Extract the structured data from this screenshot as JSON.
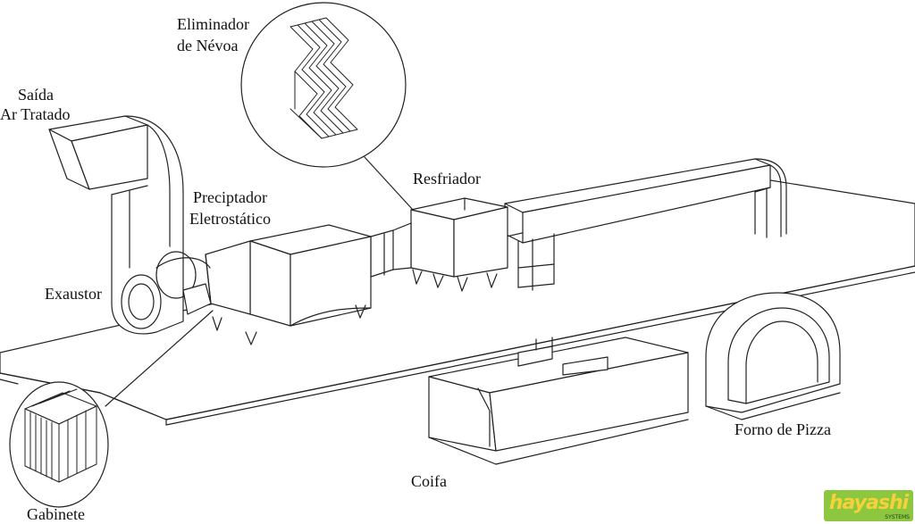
{
  "labels": {
    "saida_line1": "Saída",
    "saida_line2": "Ar Tratado",
    "eliminador_line1": "Eliminador",
    "eliminador_line2": "de Névoa",
    "precipitador_line1": "Preciptador",
    "precipitador_line2": "Eletrostático",
    "resfriador": "Resfriador",
    "exaustor": "Exaustor",
    "gabinete": "Gabinete",
    "coifa": "Coifa",
    "forno": "Forno de Pizza"
  },
  "logo": {
    "text": "hayashi",
    "subtext": "SYSTEMS",
    "color": "#8dc63f",
    "text_color": "#f5d23a"
  }
}
